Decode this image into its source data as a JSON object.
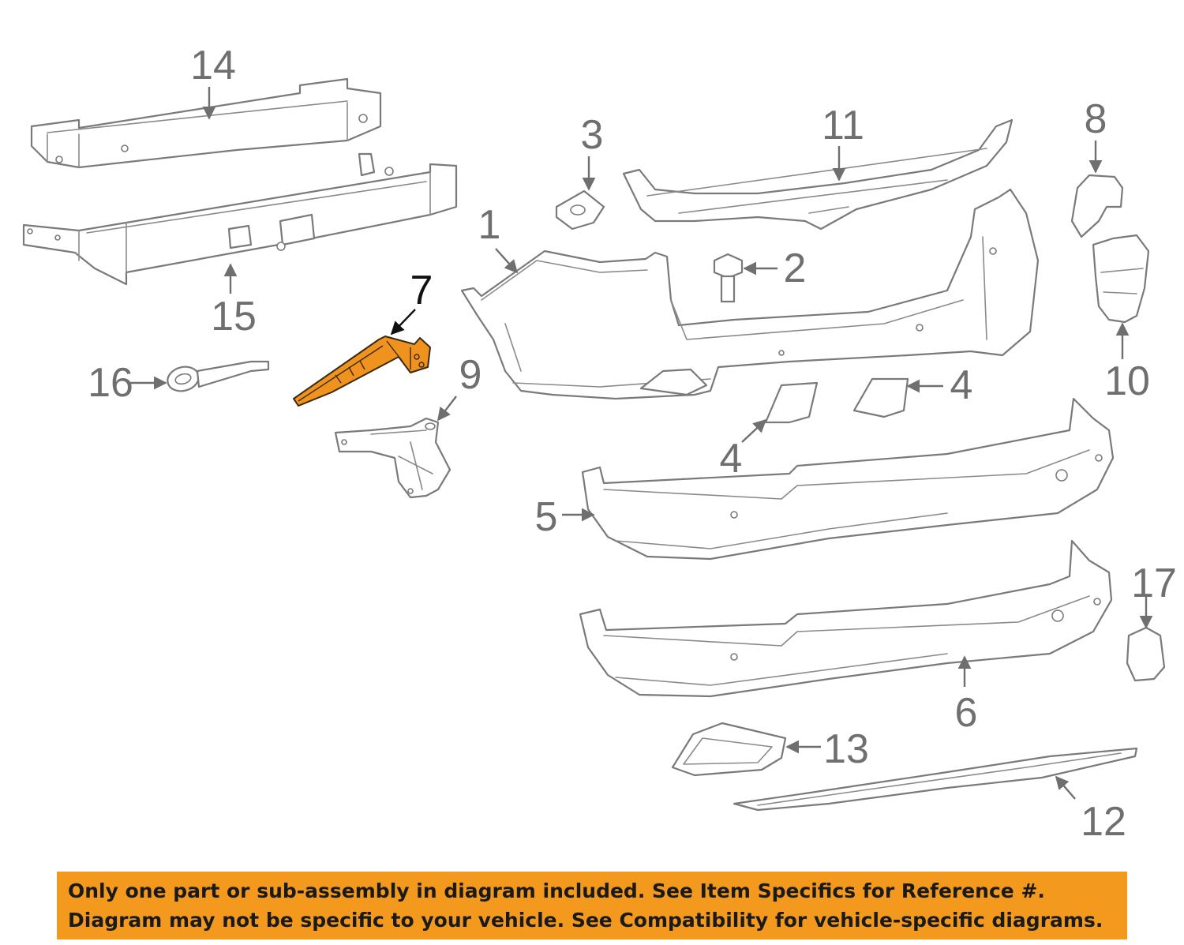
{
  "callouts": {
    "c1": "1",
    "c2": "2",
    "c3": "3",
    "c4a": "4",
    "c4b": "4",
    "c5": "5",
    "c6": "6",
    "c7": "7",
    "c8": "8",
    "c9": "9",
    "c10": "10",
    "c11": "11",
    "c12": "12",
    "c13": "13",
    "c14": "14",
    "c15": "15",
    "c16": "16",
    "c17": "17"
  },
  "highlight": {
    "part": "7",
    "color": "#f0921e"
  },
  "notice": {
    "background": "#f39a1e",
    "line1": "Only one part or sub-assembly in diagram included. See Item Specifics for Reference #.",
    "line2": "Diagram may not be specific to your vehicle. See Compatibility for vehicle-specific diagrams."
  }
}
